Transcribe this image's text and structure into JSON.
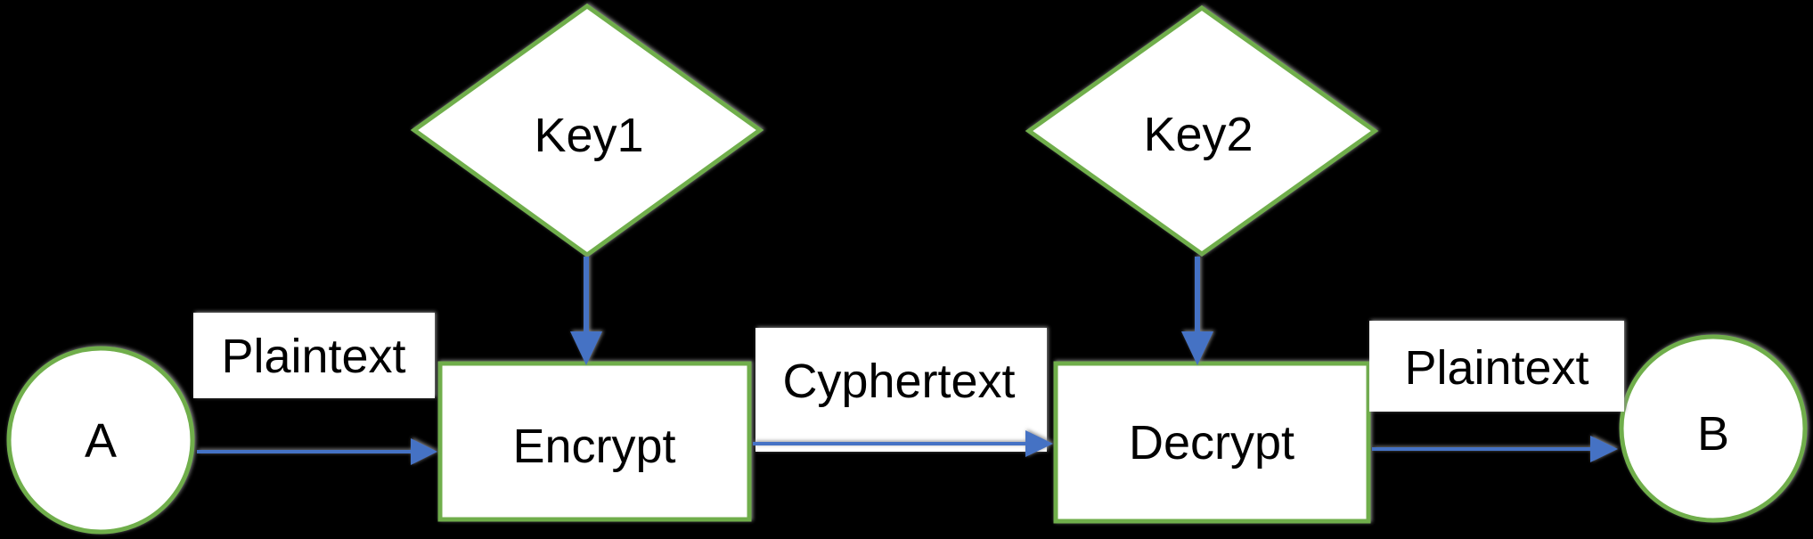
{
  "colors": {
    "background": "#000000",
    "shape_fill": "#ffffff",
    "shape_border": "#6fae4b",
    "arrow": "#4472c4",
    "label_bg": "#ffffff",
    "text": "#000000",
    "shadow": "#8a8a8a"
  },
  "nodes": {
    "sender": "A",
    "receiver": "B",
    "encrypt": "Encrypt",
    "decrypt": "Decrypt",
    "key1": "Key1",
    "key2": "Key2"
  },
  "edge_labels": {
    "plaintext_in": "Plaintext",
    "cyphertext": "Cyphertext",
    "plaintext_out": "Plaintext"
  }
}
